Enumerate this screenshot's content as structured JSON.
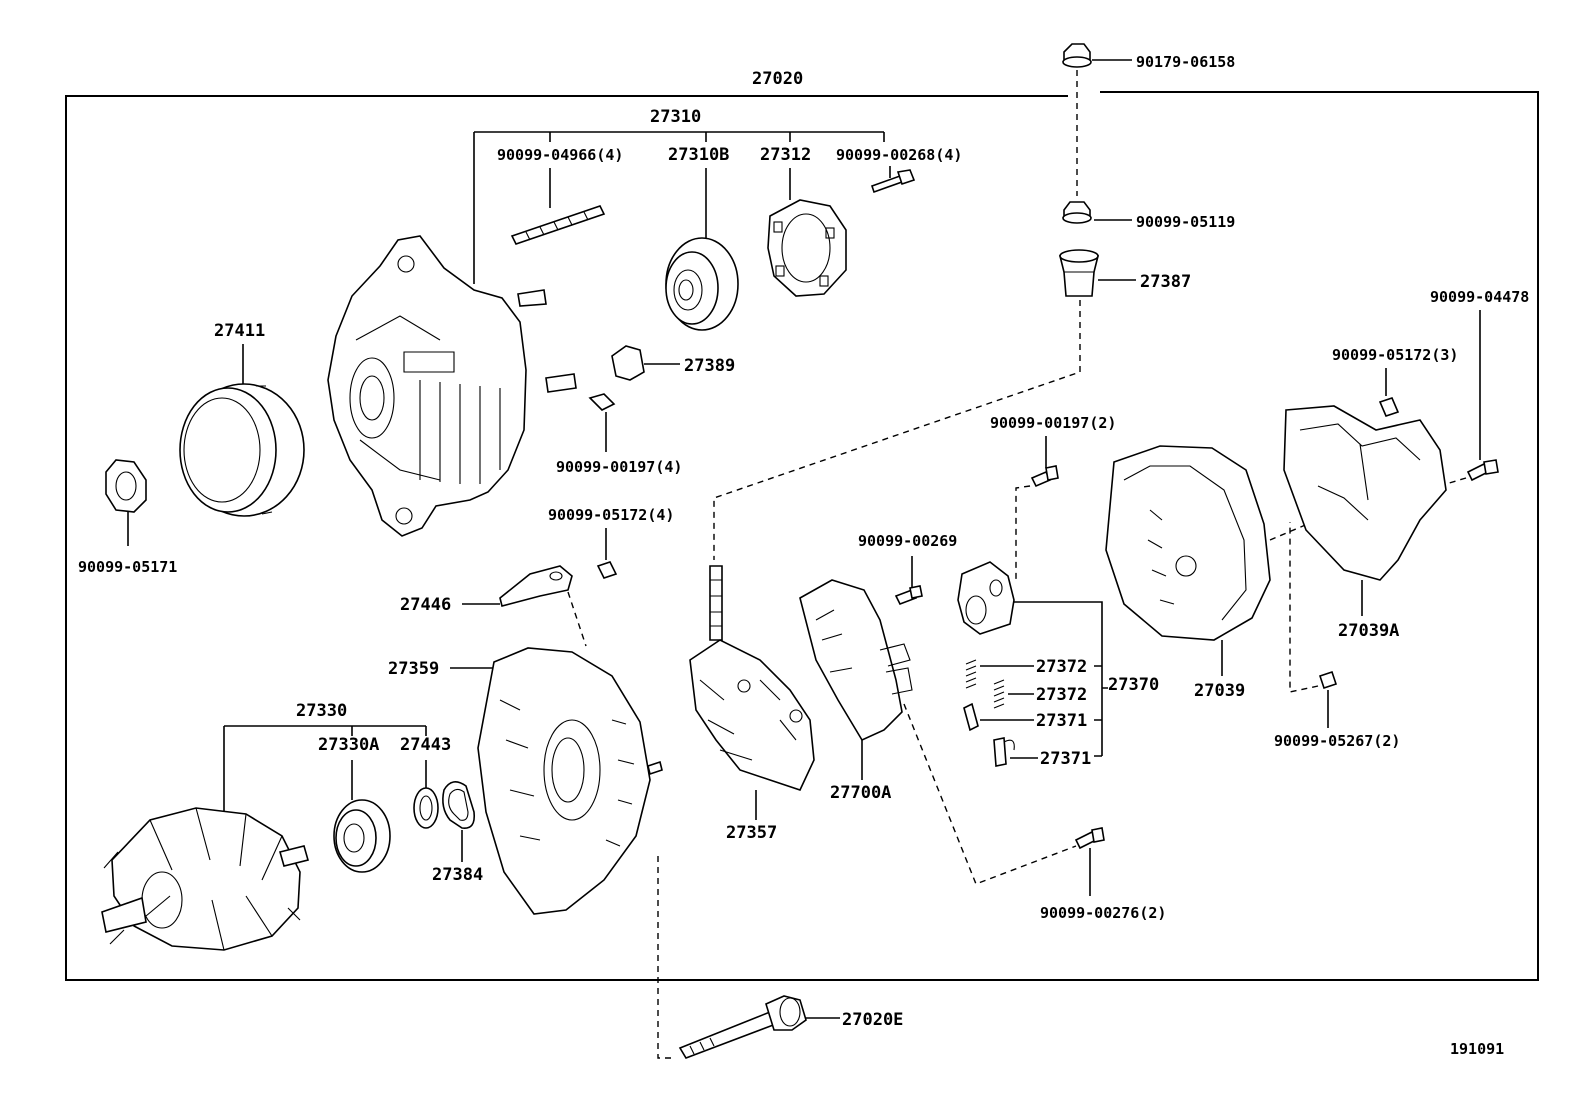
{
  "diagram": {
    "group_label": "27020",
    "figure_code": "191091",
    "labels": {
      "p90179_06158": "90179-06158",
      "p27310": "27310",
      "p90099_04966": "90099-04966(4)",
      "p27310B": "27310B",
      "p27312": "27312",
      "p90099_00268": "90099-00268(4)",
      "p90099_05119": "90099-05119",
      "p27387": "27387",
      "p27411": "27411",
      "p27389": "27389",
      "p90099_00197_4": "90099-00197(4)",
      "p90099_05171": "90099-05171",
      "p90099_04478": "90099-04478",
      "p90099_05172_3": "90099-05172(3)",
      "p90099_00197_2": "90099-00197(2)",
      "p90099_05172_4": "90099-05172(4)",
      "p90099_00269": "90099-00269",
      "p27446": "27446",
      "p27359": "27359",
      "p27330": "27330",
      "p27330A": "27330A",
      "p27443": "27443",
      "p27384": "27384",
      "p27357": "27357",
      "p27700A": "27700A",
      "p27372a": "27372",
      "p27372b": "27372",
      "p27371a": "27371",
      "p27371b": "27371",
      "p27370": "27370",
      "p27039": "27039",
      "p27039A": "27039A",
      "p90099_05267": "90099-05267(2)",
      "p90099_00276": "90099-00276(2)",
      "p27020E": "27020E"
    }
  }
}
